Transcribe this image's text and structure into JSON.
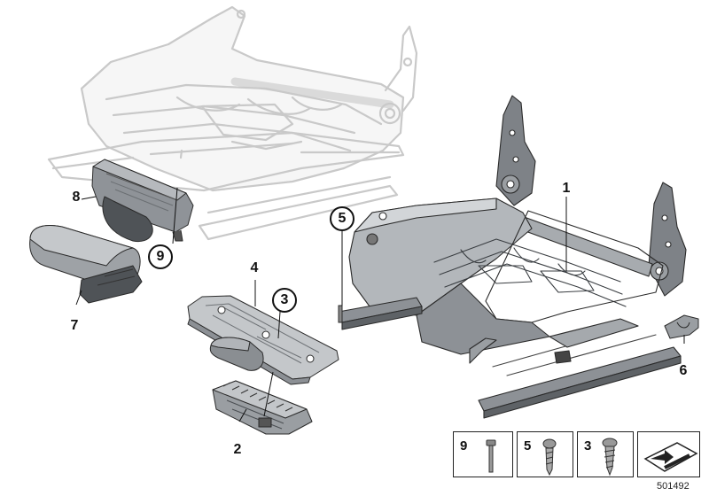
{
  "callouts": {
    "c1": "1",
    "c2": "2",
    "c3": "3",
    "c4": "4",
    "c5": "5",
    "c6": "6",
    "c7": "7",
    "c8": "8",
    "c9": "9"
  },
  "legend": {
    "items": [
      {
        "num": "9",
        "icon": "bolt-icon"
      },
      {
        "num": "5",
        "icon": "screw-icon"
      },
      {
        "num": "3",
        "icon": "tapping-screw-icon"
      },
      {
        "num": "",
        "icon": "direction-arrow-icon"
      }
    ]
  },
  "diagram_id": "501492",
  "colors": {
    "line": "#2b2b2b",
    "ghost": "#c8c8c8",
    "metal": "#b9bcc0",
    "metal_dark": "#8d9196",
    "shadow": "#6e7276"
  }
}
